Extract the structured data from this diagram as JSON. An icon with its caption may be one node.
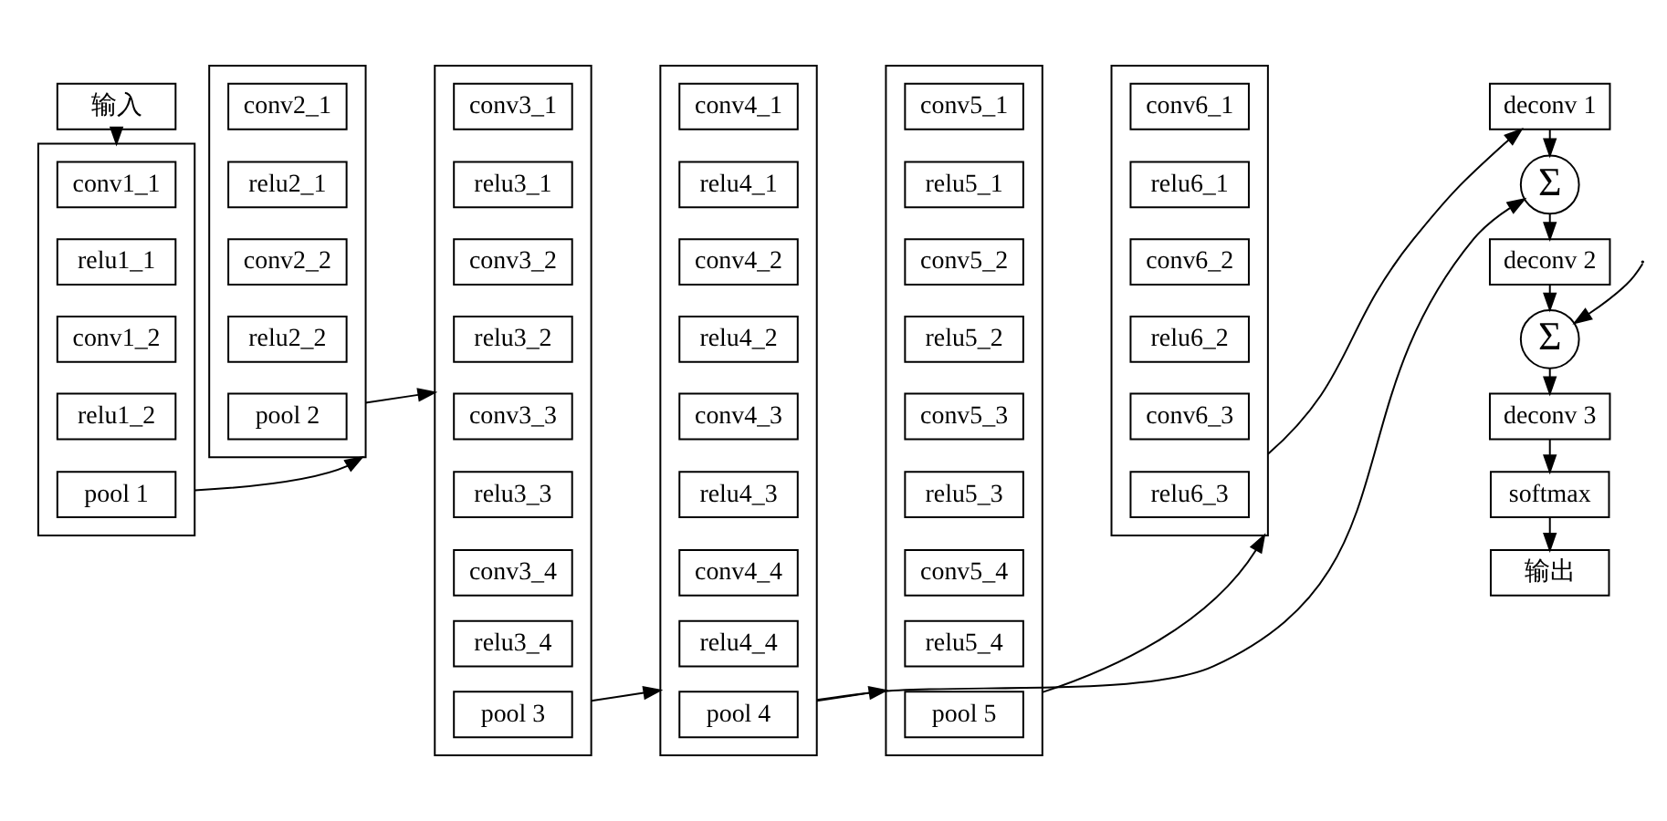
{
  "diagram": {
    "nodes": [
      {
        "text": [
          "输入"
        ]
      },
      {
        "text": [],
        "shape": "box"
      },
      {
        "text": [
          "conv1_1"
        ],
        "in": 1
      },
      {
        "text": [
          "relu1_1"
        ],
        "in": 1
      },
      {
        "text": [
          "conv1_2"
        ],
        "in": 1
      },
      {
        "text": [
          "relu1_2"
        ],
        "in": 1
      },
      {
        "text": [
          "pool 1"
        ],
        "in": 1
      },
      {
        "text": [],
        "shape": "box"
      },
      {
        "text": [
          "conv2_1"
        ],
        "in": 7
      },
      {
        "text": [
          "relu2_1"
        ],
        "in": 7
      },
      {
        "text": [
          "conv2_2"
        ],
        "in": 7
      },
      {
        "text": [
          "relu2_2"
        ],
        "in": 7
      },
      {
        "text": [
          "pool 2"
        ],
        "in": 7
      },
      {
        "text": [],
        "shape": "box"
      },
      {
        "text": [
          "conv3_1"
        ],
        "in": 13
      },
      {
        "text": [
          "relu3_1"
        ],
        "in": 13
      },
      {
        "text": [
          "conv3_2"
        ],
        "in": 13
      },
      {
        "text": [
          "relu3_2"
        ],
        "in": 13
      },
      {
        "text": [
          "conv3_3"
        ],
        "in": 13
      },
      {
        "text": [
          "relu3_3"
        ],
        "in": 13
      },
      {
        "text": [
          "conv3_4"
        ],
        "in": 13
      },
      {
        "text": [
          "relu3_4"
        ],
        "in": 13
      },
      {
        "text": [
          "pool 3"
        ],
        "in": 13
      },
      {
        "text": [],
        "shape": "box"
      },
      {
        "text": [
          "conv4_1"
        ],
        "in": 23
      },
      {
        "text": [
          "relu4_1"
        ],
        "in": 23
      },
      {
        "text": [
          "conv4_2"
        ],
        "in": 23
      },
      {
        "text": [
          "relu4_2"
        ],
        "in": 23
      },
      {
        "text": [
          "conv4_3"
        ],
        "in": 23
      },
      {
        "text": [
          "relu4_3"
        ],
        "in": 23
      },
      {
        "text": [
          "conv4_4"
        ],
        "in": 23
      },
      {
        "text": [
          "relu4_4"
        ],
        "in": 23
      },
      {
        "text": [
          "pool 4"
        ],
        "in": 23
      },
      {
        "text": [],
        "shape": "box"
      },
      {
        "text": [
          "conv5_1"
        ],
        "in": 33
      },
      {
        "text": [
          "relu5_1"
        ],
        "in": 33
      },
      {
        "text": [
          "conv5_2"
        ],
        "in": 33
      },
      {
        "text": [
          "relu5_2"
        ],
        "in": 33
      },
      {
        "text": [
          "conv5_3"
        ],
        "in": 33
      },
      {
        "text": [
          "relu5_3"
        ],
        "in": 33
      },
      {
        "text": [
          "conv5_4"
        ],
        "in": 33
      },
      {
        "text": [
          "relu5_4"
        ],
        "in": 33
      },
      {
        "text": [
          "pool 5"
        ],
        "in": 33
      },
      {
        "text": [],
        "shape": "box"
      },
      {
        "text": [
          "conv6_1"
        ],
        "in": 43
      },
      {
        "text": [
          "relu6_1"
        ],
        "in": 43
      },
      {
        "text": [
          "conv6_2"
        ],
        "in": 43
      },
      {
        "text": [
          "relu6_2"
        ],
        "in": 43
      },
      {
        "text": [
          "conv6_3"
        ],
        "in": 43
      },
      {
        "text": [
          "relu6_3"
        ],
        "in": 43
      },
      {
        "text": [
          "deconv 1"
        ]
      },
      {
        "text": [
          "Σ"
        ]
      },
      {
        "text": [
          "deconv 2"
        ]
      },
      {
        "text": [
          "Σ"
        ]
      },
      {
        "text": [
          "deconv 3"
        ]
      },
      {
        "text": [
          "softmax"
        ]
      },
      {
        "text": [
          "输出"
        ]
      }
    ],
    "edges": [
      {
        "from": 0,
        "to": 1,
        "arrow": "to"
      },
      {
        "from": 1,
        "to": 7,
        "arrow": "to"
      },
      {
        "from": 7,
        "to": 13,
        "arrow": "to"
      },
      {
        "from": 13,
        "to": 23,
        "arrow": "to"
      },
      {
        "from": 23,
        "to": 33,
        "arrow": "to"
      },
      {
        "from": 33,
        "to": 43,
        "arrow": "to"
      },
      {
        "from": 43,
        "to": 50,
        "arrow": "to"
      },
      {
        "from": 50,
        "to": 51,
        "arrow": "to"
      },
      {
        "from": 23,
        "to": 51,
        "arrow": "to"
      },
      {
        "from": 51,
        "to": 52,
        "arrow": "to"
      },
      {
        "from": 52,
        "to": 53,
        "arrow": "to"
      },
      {
        "from": null,
        "to": 53,
        "arrow": "to"
      },
      {
        "from": 53,
        "to": 54,
        "arrow": "to"
      },
      {
        "from": 54,
        "to": 55,
        "arrow": "to"
      },
      {
        "from": 55,
        "to": 56,
        "arrow": "to"
      }
    ]
  }
}
